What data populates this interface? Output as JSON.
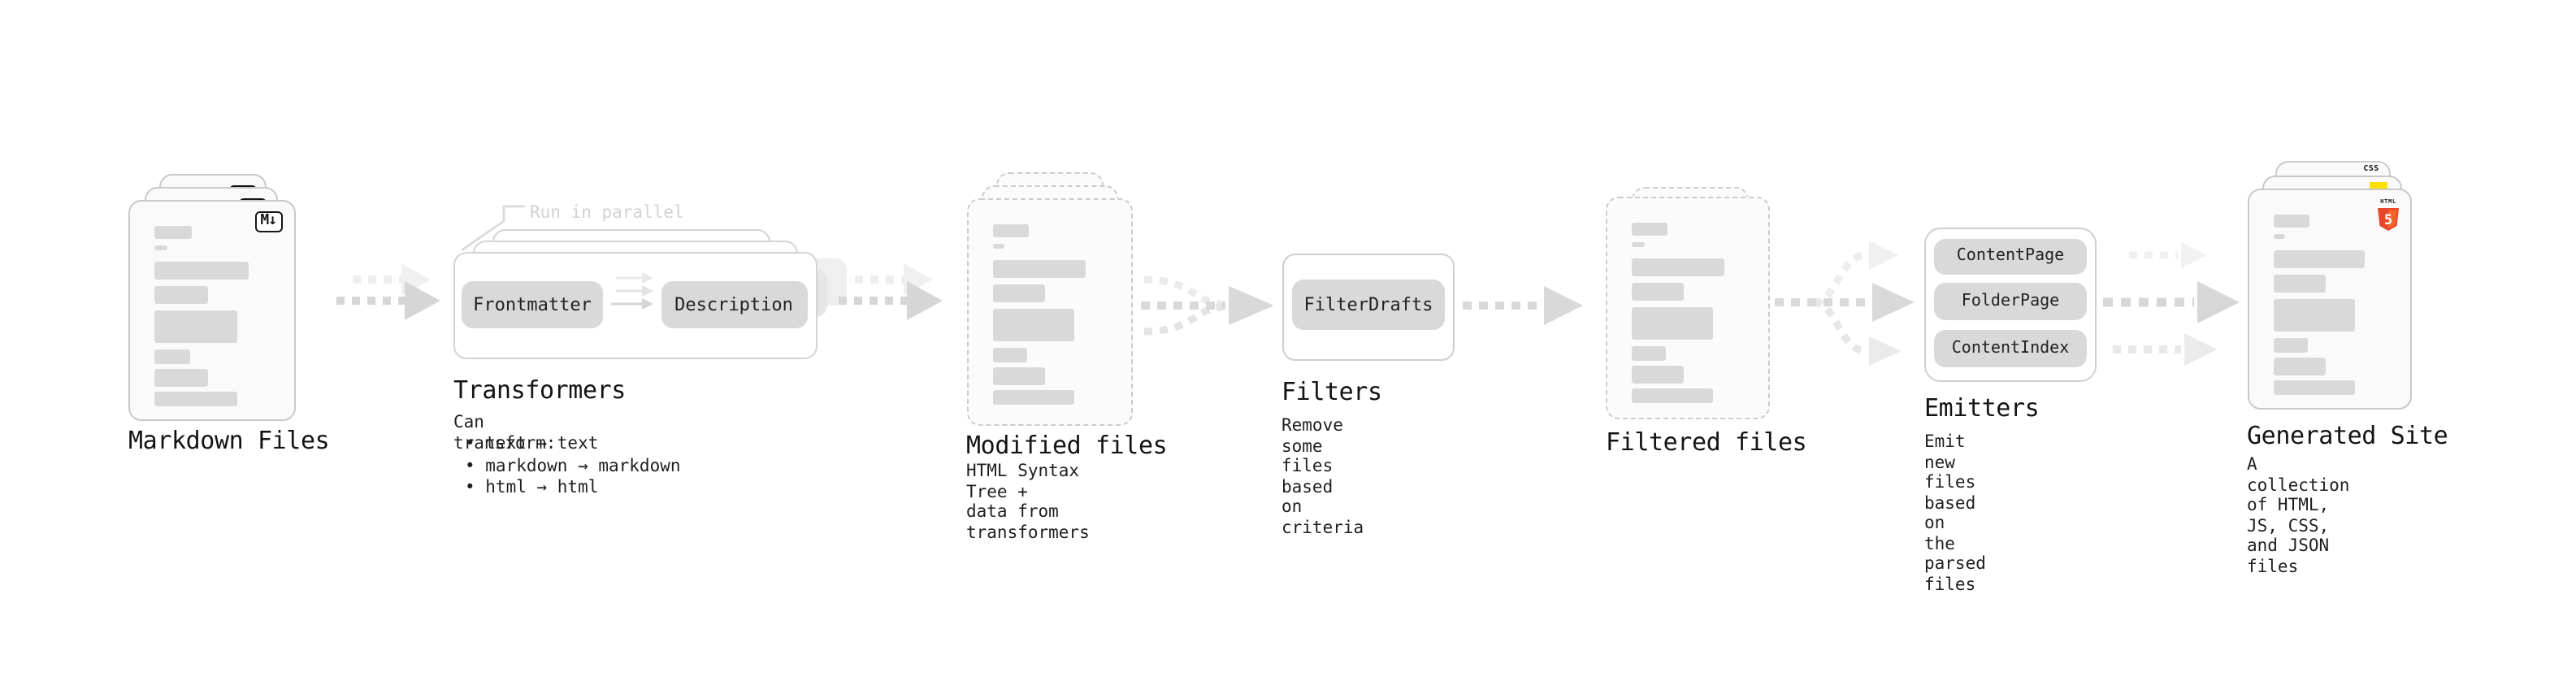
{
  "stages": [
    {
      "id": "markdown-files",
      "label": "Markdown Files"
    },
    {
      "id": "transformers",
      "label": "Transformers",
      "annotation": "Run in parallel",
      "pills": [
        "Frontmatter",
        "Description"
      ],
      "sublabel": "Can transform:",
      "bullets": [
        "• text → text",
        "• markdown → markdown",
        "• html → html"
      ]
    },
    {
      "id": "modified-files",
      "label": "Modified files",
      "sublabel": "HTML Syntax Tree +\ndata from transformers"
    },
    {
      "id": "filters",
      "label": "Filters",
      "pills": [
        "FilterDrafts"
      ],
      "sublabel": "Remove some files based\non criteria"
    },
    {
      "id": "filtered-files",
      "label": "Filtered files"
    },
    {
      "id": "emitters",
      "label": "Emitters",
      "pills": [
        "ContentPage",
        "FolderPage",
        "ContentIndex"
      ],
      "sublabel": "Emit new files based on\nthe parsed files"
    },
    {
      "id": "generated-site",
      "label": "Generated Site",
      "sublabel": "A collection of HTML,\nJS, CSS, and JSON files"
    }
  ],
  "icons": {
    "markdown_badge": "M↓",
    "html5_wordmark": "HTML",
    "html5_numeral": "5",
    "css_wordmark": "CSS"
  },
  "colors": {
    "html5_orange": "#e8472b",
    "html5_orange_light": "#f16529",
    "js_yellow": "#ffe000",
    "css_blue": "#2f6bff",
    "skeleton_gray": "#d9d9d9",
    "arrow_gray": "#d6d6d6",
    "annotation_gray": "#d2d2d2"
  }
}
